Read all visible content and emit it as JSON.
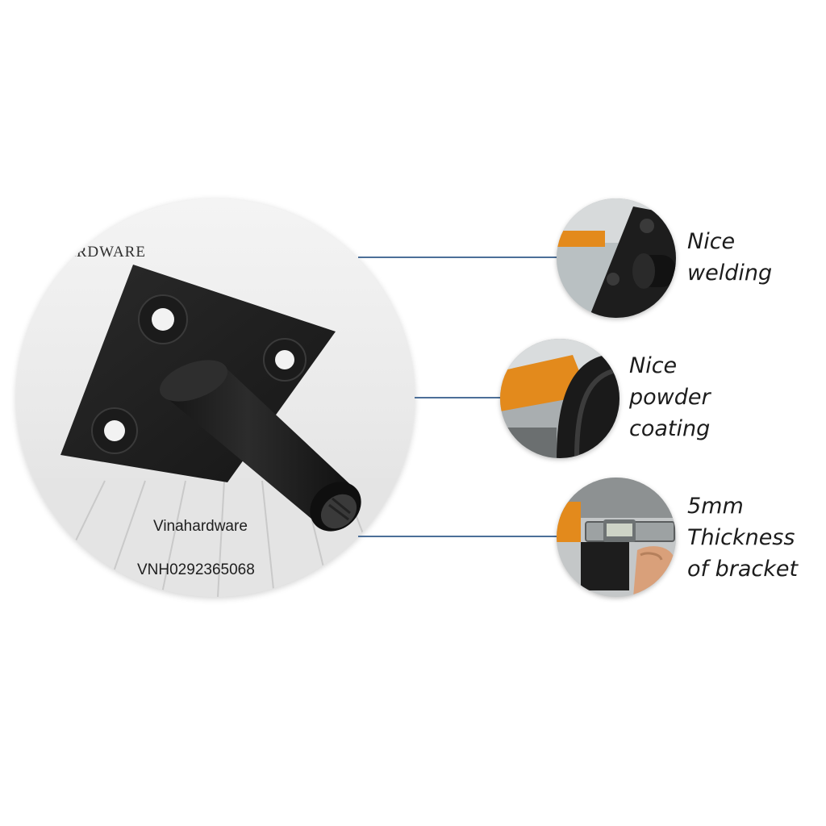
{
  "main_image": {
    "brand_text": "ARDWARE",
    "watermark_name": "Vinahardware",
    "watermark_code": "VNH0292365068"
  },
  "features": [
    {
      "lines": [
        "Nice",
        "welding"
      ],
      "icon": "welding-detail-photo"
    },
    {
      "lines": [
        "Nice",
        "powder",
        "coating"
      ],
      "icon": "coating-detail-photo"
    },
    {
      "lines": [
        "5mm",
        "Thickness",
        "of bracket"
      ],
      "icon": "caliper-detail-photo"
    }
  ],
  "colors": {
    "connector": "#4c6f98",
    "bracket": "#1f1f1f",
    "accent_orange": "#e38a1c"
  }
}
